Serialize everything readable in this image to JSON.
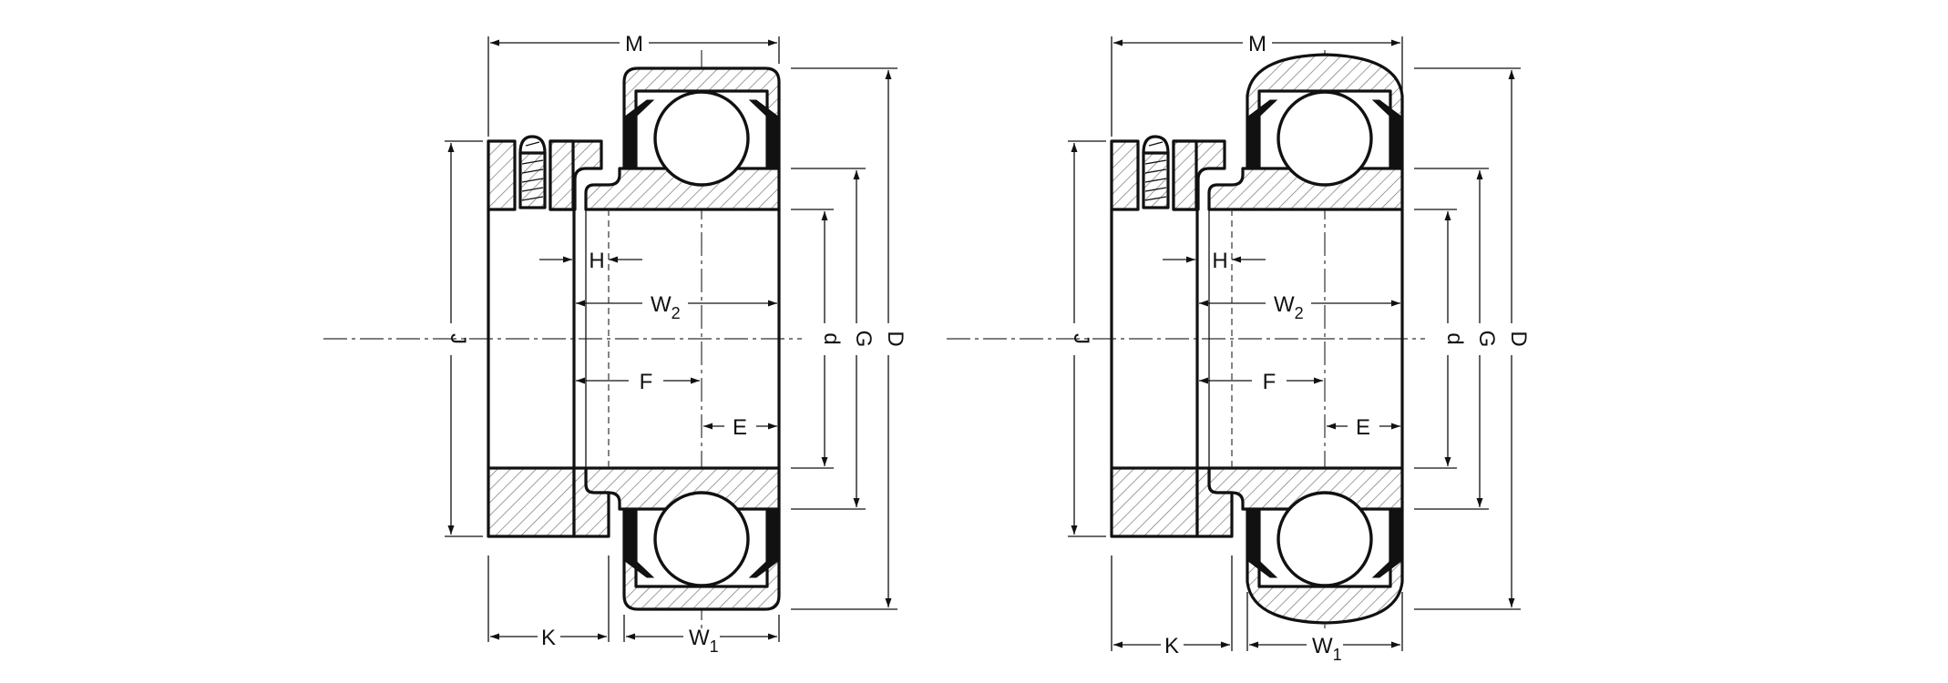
{
  "views": [
    {
      "name": "cylindrical-od-insert-bearing"
    },
    {
      "name": "spherical-od-insert-bearing"
    }
  ],
  "dimension_labels": {
    "M": "M",
    "H": "H",
    "W2_main": "W",
    "W2_sub": "2",
    "F": "F",
    "E": "E",
    "J": "J",
    "d": "d",
    "G": "G",
    "D": "D",
    "K": "K",
    "W1_main": "W",
    "W1_sub": "1"
  },
  "colors": {
    "line": "#111111",
    "hatch": "#777777",
    "background": "#ffffff"
  }
}
